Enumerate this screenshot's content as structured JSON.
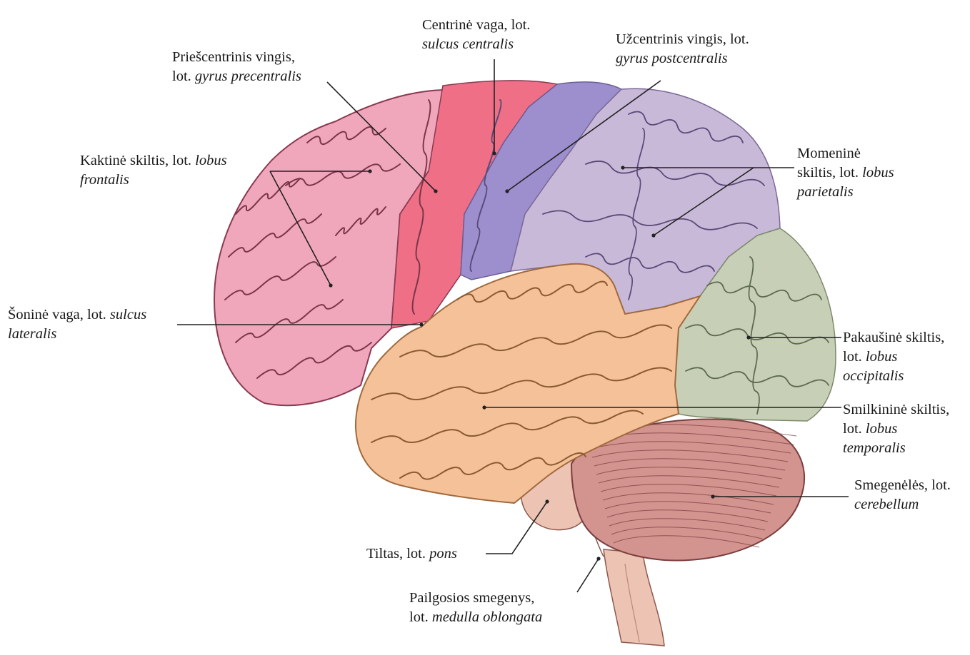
{
  "colors": {
    "frontal": "#f0a7bc",
    "frontal_dark": "#b8607a",
    "precentral": "#ee6f86",
    "postcentral": "#9d8fce",
    "parietal": "#c9b9d9",
    "occipital": "#c7d0b6",
    "temporal": "#f5c199",
    "cerebellum": "#d3938f",
    "brainstem": "#edc3b3",
    "sulcus": "#6e3b3f"
  },
  "labels": {
    "precentral": {
      "l1": "Priešcentrinis vingis,",
      "l2_plain": "lot. ",
      "l2_italic": "gyrus precentralis"
    },
    "central": {
      "l1": "Centrinė vaga, lot.",
      "l2_italic": "sulcus centralis"
    },
    "postcentral": {
      "l1": "Užcentrinis vingis, lot.",
      "l2_italic": "gyrus postcentralis"
    },
    "frontal": {
      "l1_plain": "Kaktinė skiltis, lot. ",
      "l1_italic": "lobus",
      "l2_italic": "frontalis"
    },
    "parietal": {
      "l1": "Momeninė",
      "l2_plain": "skiltis, lot. ",
      "l2_italic": "lobus",
      "l3_italic": "parietalis"
    },
    "lateral": {
      "l1_plain": "Šoninė vaga, lot. ",
      "l1_italic": "sulcus",
      "l2_italic": "lateralis"
    },
    "occipital": {
      "l1": "Pakaušinė skiltis,",
      "l2_plain": "lot. ",
      "l2_italic": "lobus",
      "l3_italic": "occipitalis"
    },
    "temporal": {
      "l1": "Smilkininė skiltis,",
      "l2_plain": "lot. ",
      "l2_italic": "lobus",
      "l3_italic": "temporalis"
    },
    "cerebellum": {
      "l1": "Smegenėlės, lot.",
      "l2_italic": "cerebellum"
    },
    "pons": {
      "l1_plain": "Tiltas, lot. ",
      "l1_italic": "pons"
    },
    "medulla": {
      "l1": "Pailgosios smegenys,",
      "l2_plain": "lot. ",
      "l2_italic": "medulla oblongata"
    }
  }
}
